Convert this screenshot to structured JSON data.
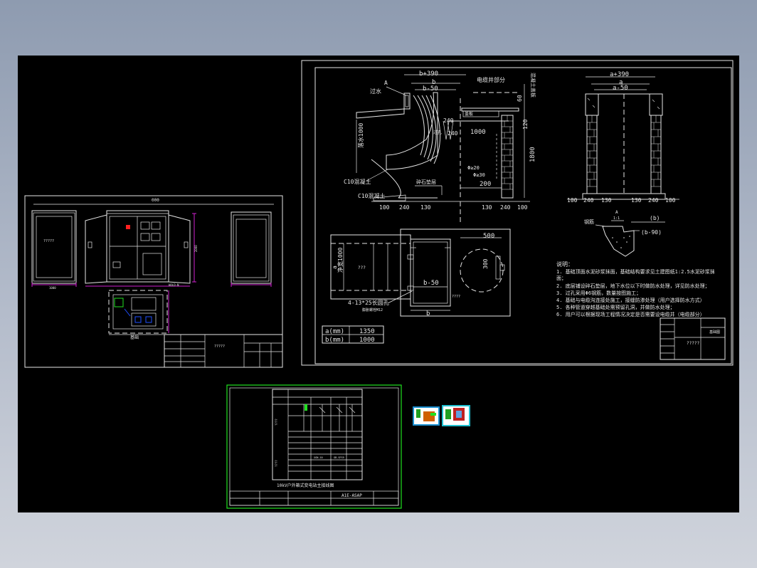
{
  "sheet_left": {
    "top_dimension": "000",
    "enclosure_dim": "1000",
    "side_label": "HOLD-N",
    "plan_caption": "基础",
    "title_block_name": "?????",
    "front_panel_text": "?????"
  },
  "sheet_right": {
    "section_dims": {
      "b_plus_390": "b+390",
      "b": "b",
      "b_minus_50": "b-50",
      "d1000": "1000",
      "d120": "120",
      "d1800": "1800",
      "d200": "200",
      "d240": "240",
      "d60": "60",
      "bottom": [
        "100",
        "240",
        "130",
        "130",
        "240",
        "100"
      ]
    },
    "section_labels": {
      "cable_part": "电缆井部分",
      "A": "A",
      "conduit": "过水",
      "conduit2": "过孔",
      "c10_1": "C10混凝土",
      "c10_2": "C10混凝土",
      "gravel": "碎石垫层",
      "phi20": "Φ≥20",
      "phi30": "Φ≥30",
      "cover": "盖板",
      "right_vertical": "混凝土盖板",
      "left_vertical": "落水1000"
    },
    "elevation": {
      "a_plus_390": "a+390",
      "a": "a",
      "a_minus_50": "a-50",
      "bottom": [
        "100",
        "240",
        "130",
        "130",
        "240",
        "100"
      ]
    },
    "detail": {
      "b": "(b)",
      "b_minus_90": "(b-90)",
      "A": "A",
      "scale": "1:1",
      "label": "钢筋"
    },
    "plan": {
      "d500": "500",
      "d300": "300",
      "b_minus_50": "b-50",
      "b": "b",
      "left_label": "净宽1000",
      "a": "a",
      "hole_note": "4-13*25长圆孔",
      "hole_note2": "膨胀螺栓M12"
    },
    "table": [
      {
        "key": "a(mm)",
        "val": "1350"
      },
      {
        "key": "b(mm)",
        "val": "1000"
      }
    ],
    "notes_title": "说明：",
    "notes": [
      "1. 基础顶面水泥砂浆抹面，基础结构要求见土建图纸1:2.5水泥砂浆抹",
      "   面；",
      "2. 底层铺设碎石垫层，地下水位以下时做防水处理，详见防水处理；",
      "3. 过孔采用Φ6钢筋，数量按图施工；",
      "4. 基础与电缆沟连接处施工，接缝防渗处理（用户选择防水方式）",
      "5. 各种管道穿越基础处需预留孔洞，并做防水处理；",
      "6. 用户可以根据现场工程情况决定是否需要设电缆井（电缆部分）"
    ],
    "title_block_name": "?????",
    "title_block_code": "基础图"
  },
  "sheet_bottom": {
    "caption": "10kV户外箱式变电站主接线图",
    "code": "A1E-ASAP",
    "label_a": "XGN-10",
    "label_b": "GB-SFS9"
  },
  "colors": {
    "background": "#000000",
    "line": "#e6e6e6",
    "magenta": "#d020d0",
    "red": "#ff2020",
    "green": "#20e020",
    "cyan": "#20d0e0",
    "desktop": "#8e9bb0"
  }
}
